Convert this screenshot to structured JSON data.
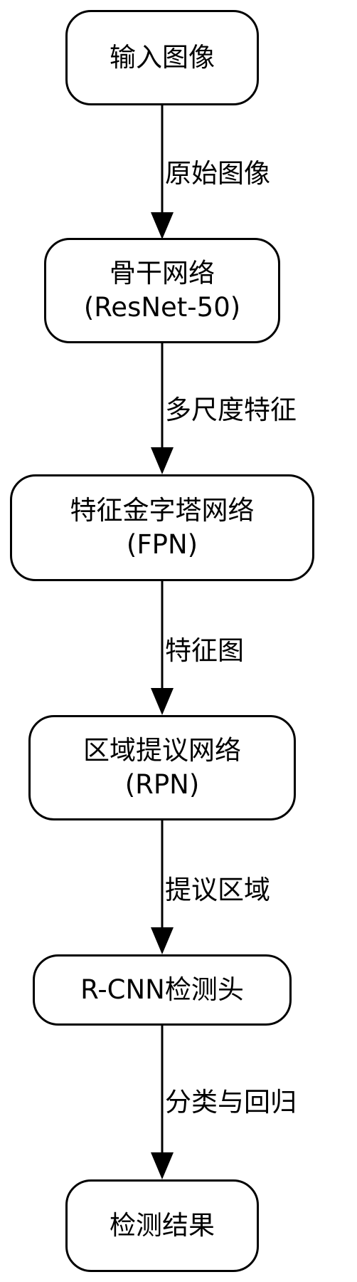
{
  "nodes": [
    {
      "id": "input",
      "lines": [
        "输入图像"
      ]
    },
    {
      "id": "backbone",
      "lines": [
        "骨干网络",
        "(ResNet-50)"
      ]
    },
    {
      "id": "fpn",
      "lines": [
        "特征金字塔网络",
        "(FPN)"
      ]
    },
    {
      "id": "rpn",
      "lines": [
        "区域提议网络",
        "(RPN)"
      ]
    },
    {
      "id": "head",
      "lines": [
        "R-CNN检测头"
      ]
    },
    {
      "id": "output",
      "lines": [
        "检测结果"
      ]
    }
  ],
  "edges": [
    {
      "from": "input",
      "to": "backbone",
      "label": "原始图像"
    },
    {
      "from": "backbone",
      "to": "fpn",
      "label": "多尺度特征"
    },
    {
      "from": "fpn",
      "to": "rpn",
      "label": "特征图"
    },
    {
      "from": "rpn",
      "to": "head",
      "label": "提议区域"
    },
    {
      "from": "head",
      "to": "output",
      "label": "分类与回归"
    }
  ],
  "colors": {
    "stroke": "#000000",
    "fill": "#ffffff",
    "text": "#000000"
  }
}
